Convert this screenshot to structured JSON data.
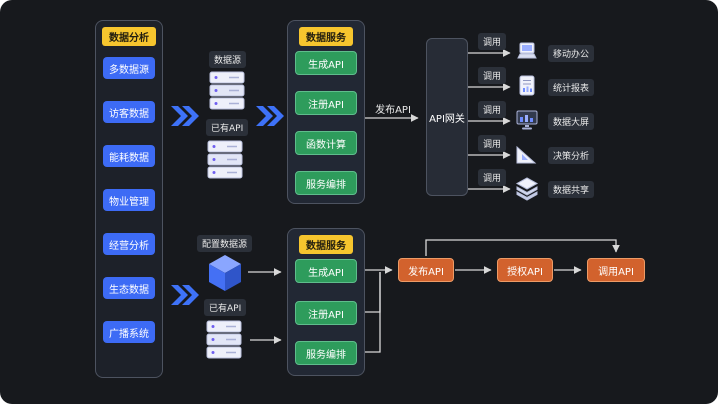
{
  "colors": {
    "background": "#17191d",
    "accent_yellow": "#F6C52E",
    "accent_blue": "#3D6BF5",
    "accent_green": "#2E9C5C",
    "accent_orange": "#D2622D",
    "connector_line": "#D8D8D8"
  },
  "analysis": {
    "title": "数据分析",
    "items": [
      "多数据源",
      "访客数据",
      "能耗数据",
      "物业管理",
      "经营分析",
      "生态数据",
      "广播系统"
    ]
  },
  "top_flow": {
    "data_source_label": "数据源",
    "existing_api_label": "已有API",
    "service": {
      "title": "数据服务",
      "items": [
        "生成API",
        "注册API",
        "函数计算",
        "服务编排"
      ]
    },
    "publish_label": "发布API",
    "gateway_label": "API网关",
    "invoke_label": "调用",
    "consumers": [
      "移动办公",
      "统计报表",
      "数据大屏",
      "决策分析",
      "数据共享"
    ]
  },
  "bottom_flow": {
    "config_source_label": "配置数据源",
    "existing_api_label": "已有API",
    "service": {
      "title": "数据服务",
      "items": [
        "生成API",
        "注册API",
        "服务编排"
      ]
    },
    "pipeline": [
      "发布API",
      "授权API",
      "调用API"
    ]
  }
}
